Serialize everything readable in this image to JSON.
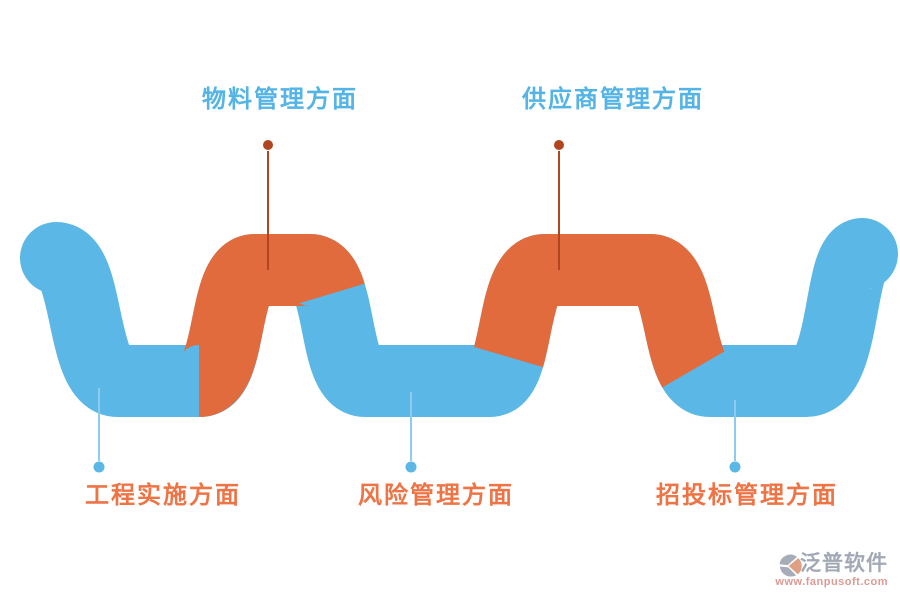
{
  "labels": {
    "top": [
      {
        "text": "物料管理方面"
      },
      {
        "text": "供应商管理方面"
      }
    ],
    "bottom": [
      {
        "text": "工程实施方面"
      },
      {
        "text": "风险管理方面"
      },
      {
        "text": "招投标管理方面"
      }
    ]
  },
  "watermark": {
    "brand": "泛普软件",
    "url": "www.fanpusoft.com"
  },
  "colors": {
    "wave_blue": "#5bb7e5",
    "wave_orange": "#e16b3c",
    "top_label_text": "#54b4e6",
    "bottom_label_text": "#ee7446",
    "top_callout": "#b2451f",
    "bottom_callout_line": "#8fcbee",
    "bottom_callout_dot": "#5bb7e5",
    "logo_gray": "#939aa9",
    "logo_orange": "#d98a68"
  }
}
